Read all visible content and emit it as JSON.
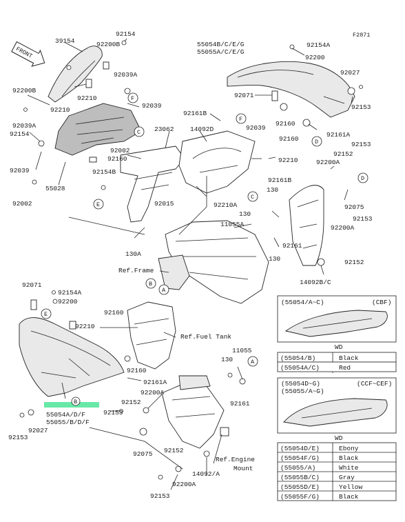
{
  "figure_id": "F2871",
  "front_label": "FRONT",
  "labels": {
    "p39154": "39154",
    "p92154": "92154",
    "p92200B": "92200B",
    "p92039A": "92039A",
    "p92200B_l": "92200B",
    "p92210_a": "92210",
    "p92210_b": "92210",
    "p92039": "92039",
    "p92039A_l": "92039A",
    "p92154_l": "92154",
    "p23062": "23062",
    "p14092D": "14092D",
    "p92002_a": "92002",
    "p92160_a": "92160",
    "p92154B": "92154B",
    "p92039_l": "92039",
    "p55028": "55028",
    "p92002_b": "92002",
    "p92161B_t": "92161B",
    "p55054BCEG": "55054B/C/E/G",
    "p55055ACEG": "55055A/C/E/G",
    "p92154A": "92154A",
    "p92200": "92200",
    "p92027": "92027",
    "p92071": "92071",
    "p92153": "92153",
    "p92160_b": "92160",
    "p92160_c": "92160",
    "p92161A": "92161A",
    "p92039_r": "92039",
    "p92153_r": "92153",
    "p92152": "92152",
    "p92210_r": "92210",
    "p92200A": "92200A",
    "p92161B": "92161B",
    "p130_a": "130",
    "p92075": "92075",
    "p92015": "92015",
    "p92210A": "92210A",
    "p130_b": "130",
    "p11055A": "11055A",
    "p92161": "92161",
    "p92200A_r": "92200A",
    "p92153_r2": "92153",
    "p130_c": "130",
    "p92152_r": "92152",
    "p130A": "130A",
    "refFrame": "Ref.Frame",
    "p14092BC": "14092B/C",
    "p92071_l": "92071",
    "p92154A_l": "92154A",
    "p92200_l": "92200",
    "p92160_d": "92160",
    "p92210_d": "92210",
    "refFuelTank": "Ref.Fuel Tank",
    "p92160_e": "92160",
    "p92161A_b": "92161A",
    "p130_d": "130",
    "p11055": "11055",
    "p92200A_b": "92200A",
    "p92152_b": "92152",
    "p92161_b": "92161",
    "p92153_b": "92153",
    "p55054ADF": "55054A/D/F",
    "p55055BDF": "55055/B/D/F",
    "p92153_bl": "92153",
    "p92027_b": "92027",
    "p92075_b": "92075",
    "p92152_bb": "92152",
    "p14092A": "14092/A",
    "p92200A_bb": "92200A",
    "p92153_bb": "92153",
    "refEngineMount1": "Ref.Engine",
    "refEngineMount2": "Mount"
  },
  "callouts": {
    "A": "A",
    "B": "B",
    "C": "C",
    "D": "D",
    "E": "E",
    "F": "F"
  },
  "table1": {
    "header_left": "(55054/A~C)",
    "header_right": "(CBF)",
    "wd": "WD",
    "rows": [
      {
        "part": "(55054/B)",
        "color": "Black"
      },
      {
        "part": "(55054A/C)",
        "color": "Red"
      }
    ]
  },
  "table2": {
    "header_left1": "(55054D~G)",
    "header_left2": "(55055/A~G)",
    "header_right": "(CCF~CEF)",
    "wd": "WD",
    "rows": [
      {
        "part": "(55054D/E)",
        "color": "Ebony"
      },
      {
        "part": "(55054F/G)",
        "color": "Black"
      },
      {
        "part": "(55055/A)",
        "color": "White"
      },
      {
        "part": "(55055B/C)",
        "color": "Gray"
      },
      {
        "part": "(55055D/E)",
        "color": "Yellow"
      },
      {
        "part": "(55055F/G)",
        "color": "Black"
      }
    ]
  },
  "colors": {
    "highlight": "#36e08a",
    "stroke": "#222222"
  }
}
